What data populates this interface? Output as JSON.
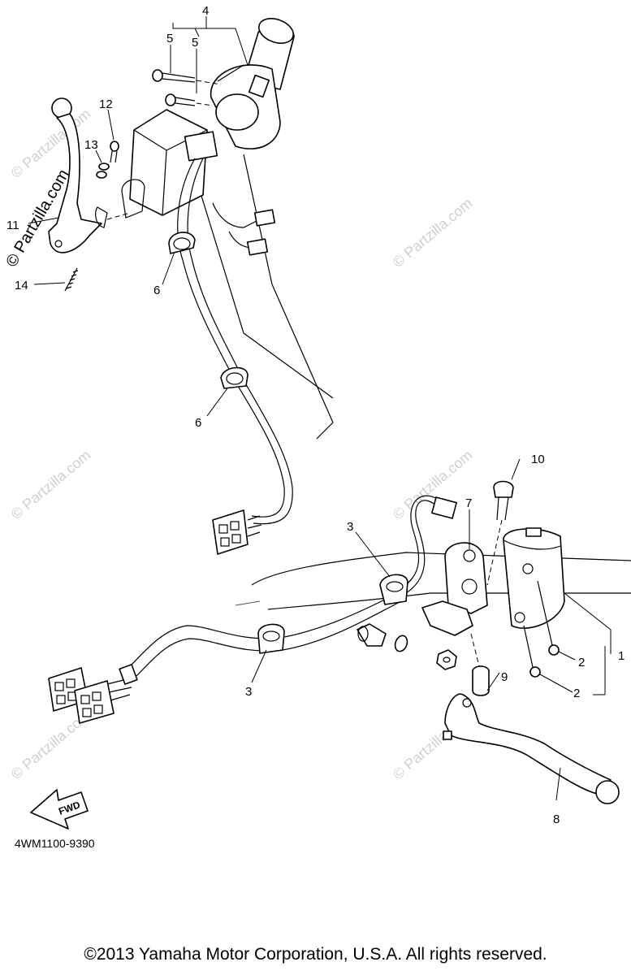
{
  "callouts": [
    "4",
    "5",
    "5",
    "12",
    "13",
    "11",
    "14",
    "6",
    "6",
    "10",
    "7",
    "3",
    "3",
    "1",
    "2",
    "2",
    "9",
    "8"
  ],
  "watermark": "© Partzilla.com",
  "fwd_label": "FWD",
  "diagram_code": "4WM1100-9390",
  "copyright": "©2013 Yamaha Motor Corporation, U.S.A. All rights reserved."
}
